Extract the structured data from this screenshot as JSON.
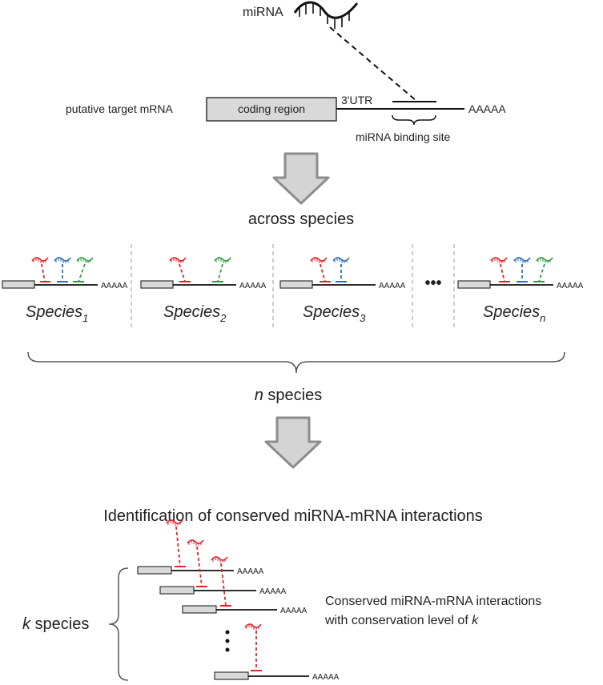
{
  "top": {
    "mirna_label": "miRNA",
    "target_label": "putative target mRNA",
    "coding_region": "coding region",
    "utr_label": "3'UTR",
    "polya": "AAAAA",
    "binding_site": "miRNA binding site"
  },
  "step1": {
    "label": "across species"
  },
  "species": {
    "names": [
      "Species",
      "Species",
      "Species",
      "Species"
    ],
    "subscripts": [
      "1",
      "2",
      "3",
      "n"
    ],
    "polya": "AAAAA",
    "dots": "•••",
    "count_var": "n",
    "count_text": " species"
  },
  "step2": {
    "label": "Identification of conserved miRNA-mRNA interactions"
  },
  "bottom": {
    "k_var": "k",
    "k_text": " species",
    "polya": "AAAAA",
    "desc_line1": "Conserved miRNA-mRNA interactions",
    "desc_line2_prefix": "with conservation level of ",
    "desc_line2_var": "k",
    "vdots": "⋮"
  },
  "colors": {
    "red": "#e0252c",
    "blue": "#2a6fb7",
    "green": "#2f9e44",
    "box_fill": "#d9d9d9",
    "arrow_fill": "#d4d4d4",
    "arrow_stroke": "#8c8c8c"
  }
}
